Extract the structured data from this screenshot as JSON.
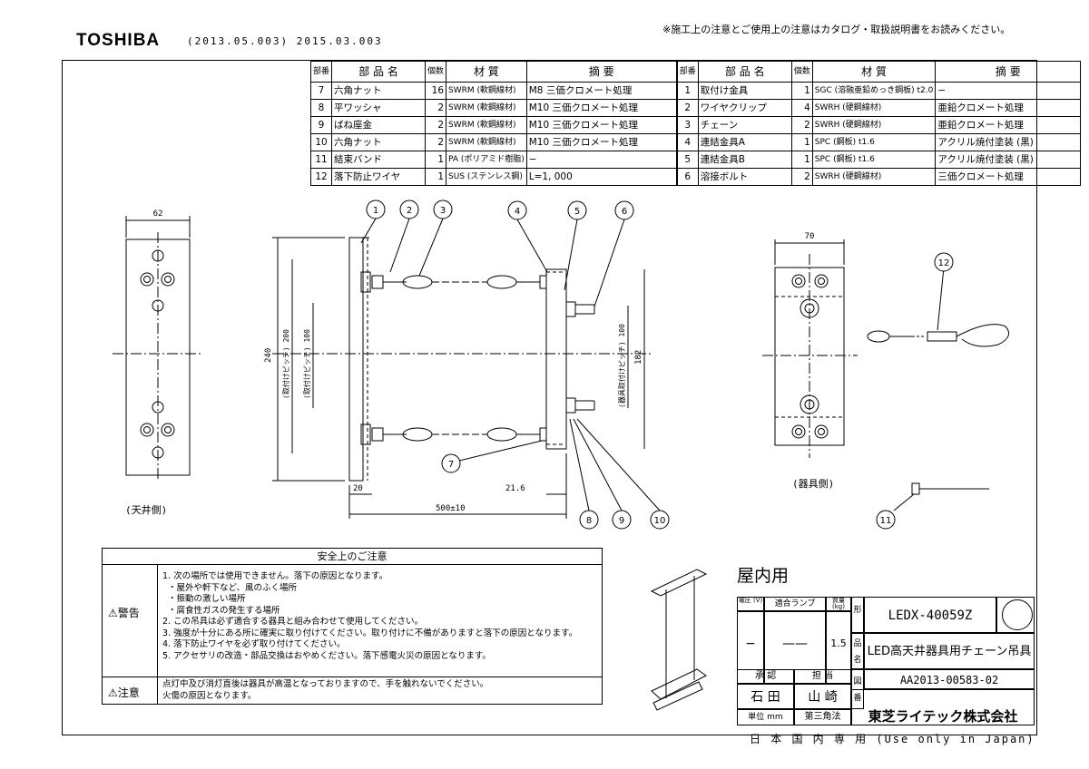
{
  "header": {
    "brand": "TOSHIBA",
    "dates": "(2013.05.003) 2015.03.003",
    "notice": "※施工上の注意とご使用上の注意はカタログ・取扱説明書をお読みください。"
  },
  "parts_table": {
    "headers": {
      "no": "部番",
      "name": "部 品 名",
      "qty": "個数",
      "material": "材 質",
      "description": "摘 要"
    },
    "left": [
      {
        "no": "7",
        "name": "六角ナット",
        "qty": "16",
        "material": "SWRM (軟鋼線材)",
        "description": "M8 三価クロメート処理"
      },
      {
        "no": "8",
        "name": "平ワッシャ",
        "qty": "2",
        "material": "SWRM (軟鋼線材)",
        "description": "M10 三価クロメート処理"
      },
      {
        "no": "9",
        "name": "ばね座金",
        "qty": "2",
        "material": "SWRM (軟鋼線材)",
        "description": "M10 三価クロメート処理"
      },
      {
        "no": "10",
        "name": "六角ナット",
        "qty": "2",
        "material": "SWRM (軟鋼線材)",
        "description": "M10 三価クロメート処理"
      },
      {
        "no": "11",
        "name": "結束バンド",
        "qty": "1",
        "material": "PA (ポリアミド樹脂)",
        "description": "−"
      },
      {
        "no": "12",
        "name": "落下防止ワイヤ",
        "qty": "1",
        "material": "SUS (ステンレス鋼)",
        "description": "L=1, 000"
      }
    ],
    "right": [
      {
        "no": "1",
        "name": "取付け金具",
        "qty": "1",
        "material": "SGC (溶融亜鉛めっき鋼板) t2.0",
        "description": "−"
      },
      {
        "no": "2",
        "name": "ワイヤクリップ",
        "qty": "4",
        "material": "SWRH (硬鋼線材)",
        "description": "亜鉛クロメート処理"
      },
      {
        "no": "3",
        "name": "チェーン",
        "qty": "2",
        "material": "SWRH (硬鋼線材)",
        "description": "亜鉛クロメート処理"
      },
      {
        "no": "4",
        "name": "連結金具A",
        "qty": "1",
        "material": "SPC (鋼板) t1.6",
        "description": "アクリル焼付塗装 (黒)"
      },
      {
        "no": "5",
        "name": "連結金具B",
        "qty": "1",
        "material": "SPC (鋼板) t1.6",
        "description": "アクリル焼付塗装 (黒)"
      },
      {
        "no": "6",
        "name": "溶接ボルト",
        "qty": "2",
        "material": "SWRH (硬鋼線材)",
        "description": "三価クロメート処理"
      }
    ]
  },
  "drawing": {
    "ceiling_width": "62",
    "ceiling_label": "(天井側)",
    "fixture_width": "70",
    "fixture_label": "(器具側)",
    "dim_240": "240",
    "dim_200": "(取付けピッチ) 200",
    "dim_100_left": "(取付けピッチ) 100",
    "dim_100_right": "(器具取付けピッチ) 100",
    "dim_182": "182",
    "dim_20": "20",
    "dim_216": "21.6",
    "dim_500": "500±10",
    "balloons": [
      "1",
      "2",
      "3",
      "4",
      "5",
      "6",
      "7",
      "8",
      "9",
      "10",
      "11",
      "12"
    ]
  },
  "safety": {
    "title": "安全上のご注意",
    "warning_label": "警告",
    "warning_lines": [
      "1. 次の場所では使用できません。落下の原因となります。",
      "・屋外や軒下など、風のふく場所",
      "・振動の激しい場所",
      "・腐食性ガスの発生する場所",
      "2. この吊具は必ず適合する器具と組み合わせて使用してください。",
      "3. 強度が十分にある所に確実に取り付けてください。取り付けに不備がありますと落下の原因となります。",
      "4. 落下防止ワイヤを必ず取り付けてください。",
      "5. アクセサリの改造・部品交換はおやめください。落下感電火災の原因となります。"
    ],
    "caution_label": "注意",
    "caution_lines": [
      "点灯中及び消灯直後は器具が高温となっておりますので、手を触れないでください。",
      "火傷の原因となります。"
    ]
  },
  "title_block": {
    "indoor": "屋内用",
    "voltage_hdr": "電圧 (V)",
    "lamp_hdr": "適合ランプ",
    "mass_hdr": "質量 (kg)",
    "voltage": "−",
    "lamp": "——",
    "mass": "1.5",
    "form_label": "形",
    "model": "LEDX-40059Z",
    "name_label": "品 名",
    "product_name": "LED高天井器具用チェーン吊具",
    "approve_hdr": "承 認",
    "charge_hdr": "担 当",
    "approver": "石 田",
    "person": "山 崎",
    "drawing_label": "図 番",
    "drawing_no": "AA2013-00583-02",
    "unit": "単位 mm",
    "projection": "第三角法",
    "company": "東芝ライテック株式会社"
  },
  "footer": "日 本 国 内 専 用 (Use only in Japan)"
}
